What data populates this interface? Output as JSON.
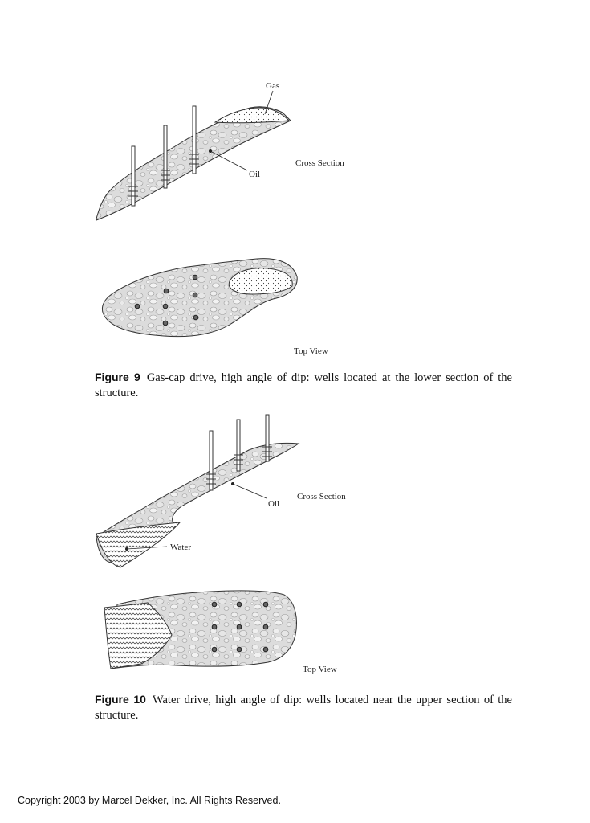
{
  "figure9": {
    "labels": {
      "gas": "Gas",
      "oil": "Oil",
      "cross_section": "Cross Section",
      "top_view": "Top View"
    },
    "caption_number": "Figure 9",
    "caption_text": "Gas-cap drive, high angle of dip: wells located at the lower section of the structure."
  },
  "figure10": {
    "labels": {
      "oil": "Oil",
      "water": "Water",
      "cross_section": "Cross Section",
      "top_view": "Top View"
    },
    "caption_number": "Figure 10",
    "caption_text": "Water drive, high angle of dip: wells located near the upper section of the structure."
  },
  "footer": {
    "copyright": "Copyright 2003 by Marcel Dekker, Inc. All Rights Reserved."
  }
}
